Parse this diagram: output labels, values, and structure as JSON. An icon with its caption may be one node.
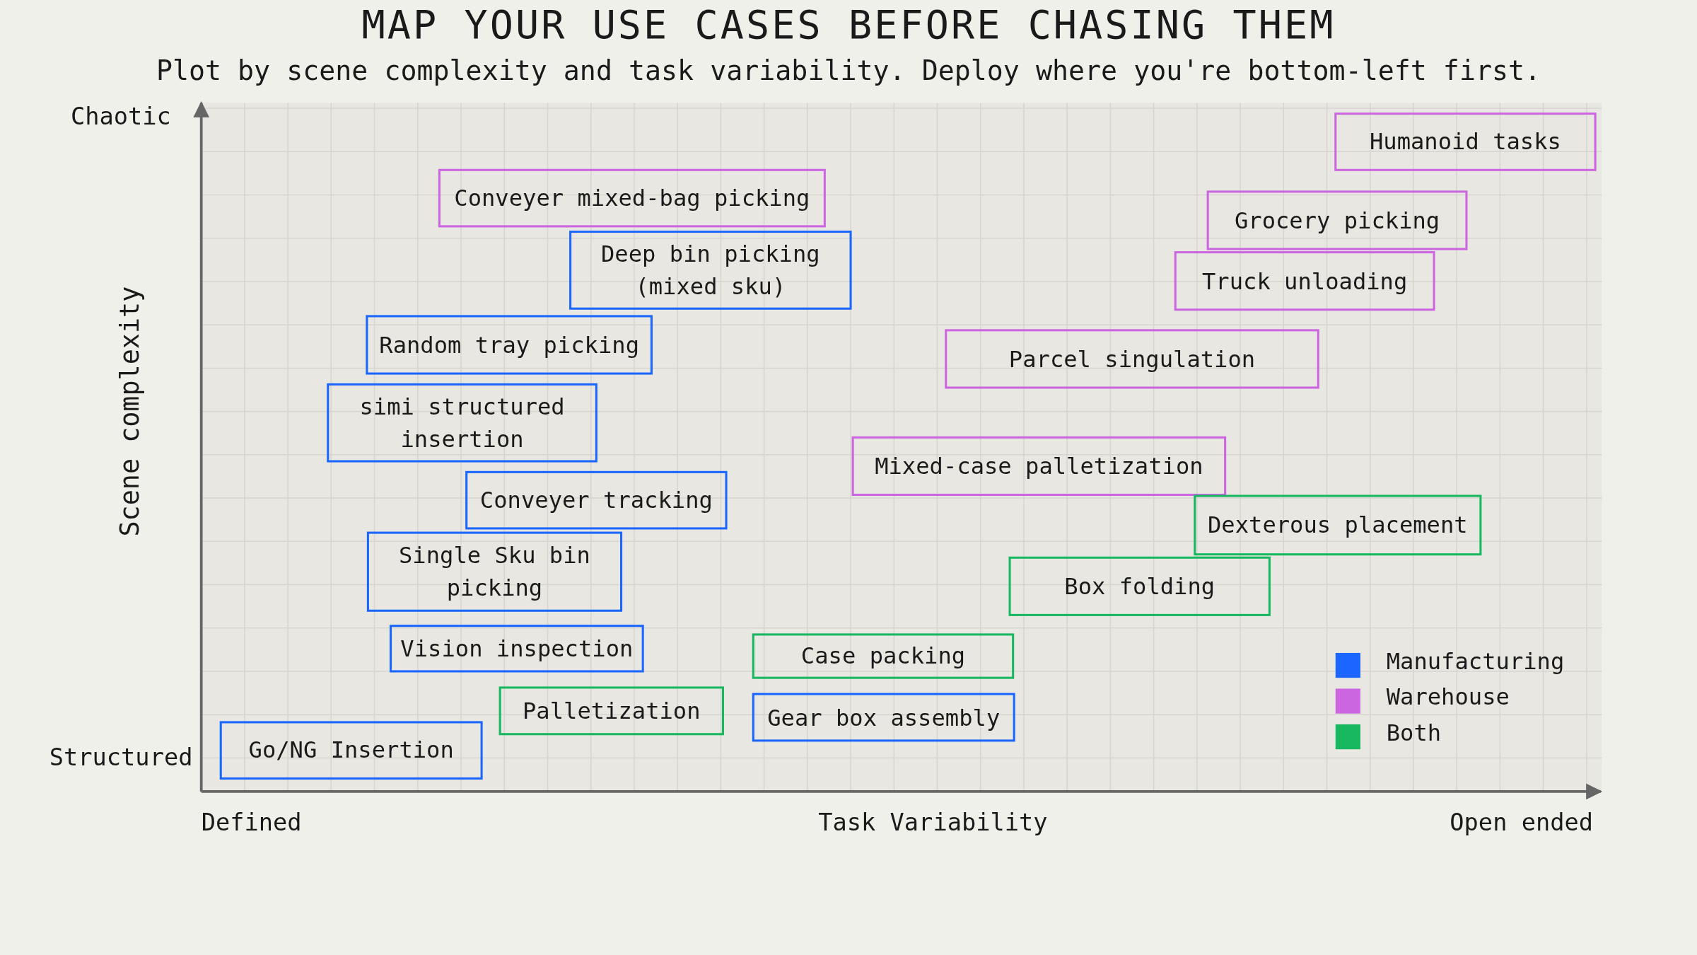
{
  "diagram": {
    "title": "MAP YOUR USE CASES BEFORE CHASING THEM",
    "caption": "Plot by scene complexity and task variability. Deploy where you're bottom-left first.",
    "nodes": [
      {
        "text": [
          "Humanoid tasks"
        ]
      },
      {
        "text": [
          "Conveyer mixed-bag picking"
        ]
      },
      {
        "text": [
          "Grocery picking"
        ]
      },
      {
        "text": [
          "Deep bin picking (mixed sku)"
        ]
      },
      {
        "text": [
          "Truck unloading"
        ]
      },
      {
        "text": [
          "Random tray picking"
        ]
      },
      {
        "text": [
          "Parcel singulation"
        ]
      },
      {
        "text": [
          "simi structured insertion"
        ]
      },
      {
        "text": [
          "Mixed-case palletization"
        ]
      },
      {
        "text": [
          "Conveyer tracking"
        ]
      },
      {
        "text": [
          "Dexterous placement"
        ]
      },
      {
        "text": [
          "Single Sku bin picking"
        ]
      },
      {
        "text": [
          "Box folding"
        ]
      },
      {
        "text": [
          "Vision inspection"
        ]
      },
      {
        "text": [
          "Case packing"
        ]
      },
      {
        "text": [
          "Palletization"
        ]
      },
      {
        "text": [
          "Gear box assembly"
        ]
      },
      {
        "text": [
          "Go/NG Insertion"
        ]
      }
    ],
    "labels": [
      "Chaotic",
      "Scene complexity",
      "Structured",
      "Defined",
      "Task Variability",
      "Open ended"
    ],
    "legend": [
      {
        "text": "Manufacturing",
        "color": "#1a66ff"
      },
      {
        "text": "Warehouse",
        "color": "#cc66e0"
      },
      {
        "text": "Both",
        "color": "#17b860"
      }
    ]
  }
}
